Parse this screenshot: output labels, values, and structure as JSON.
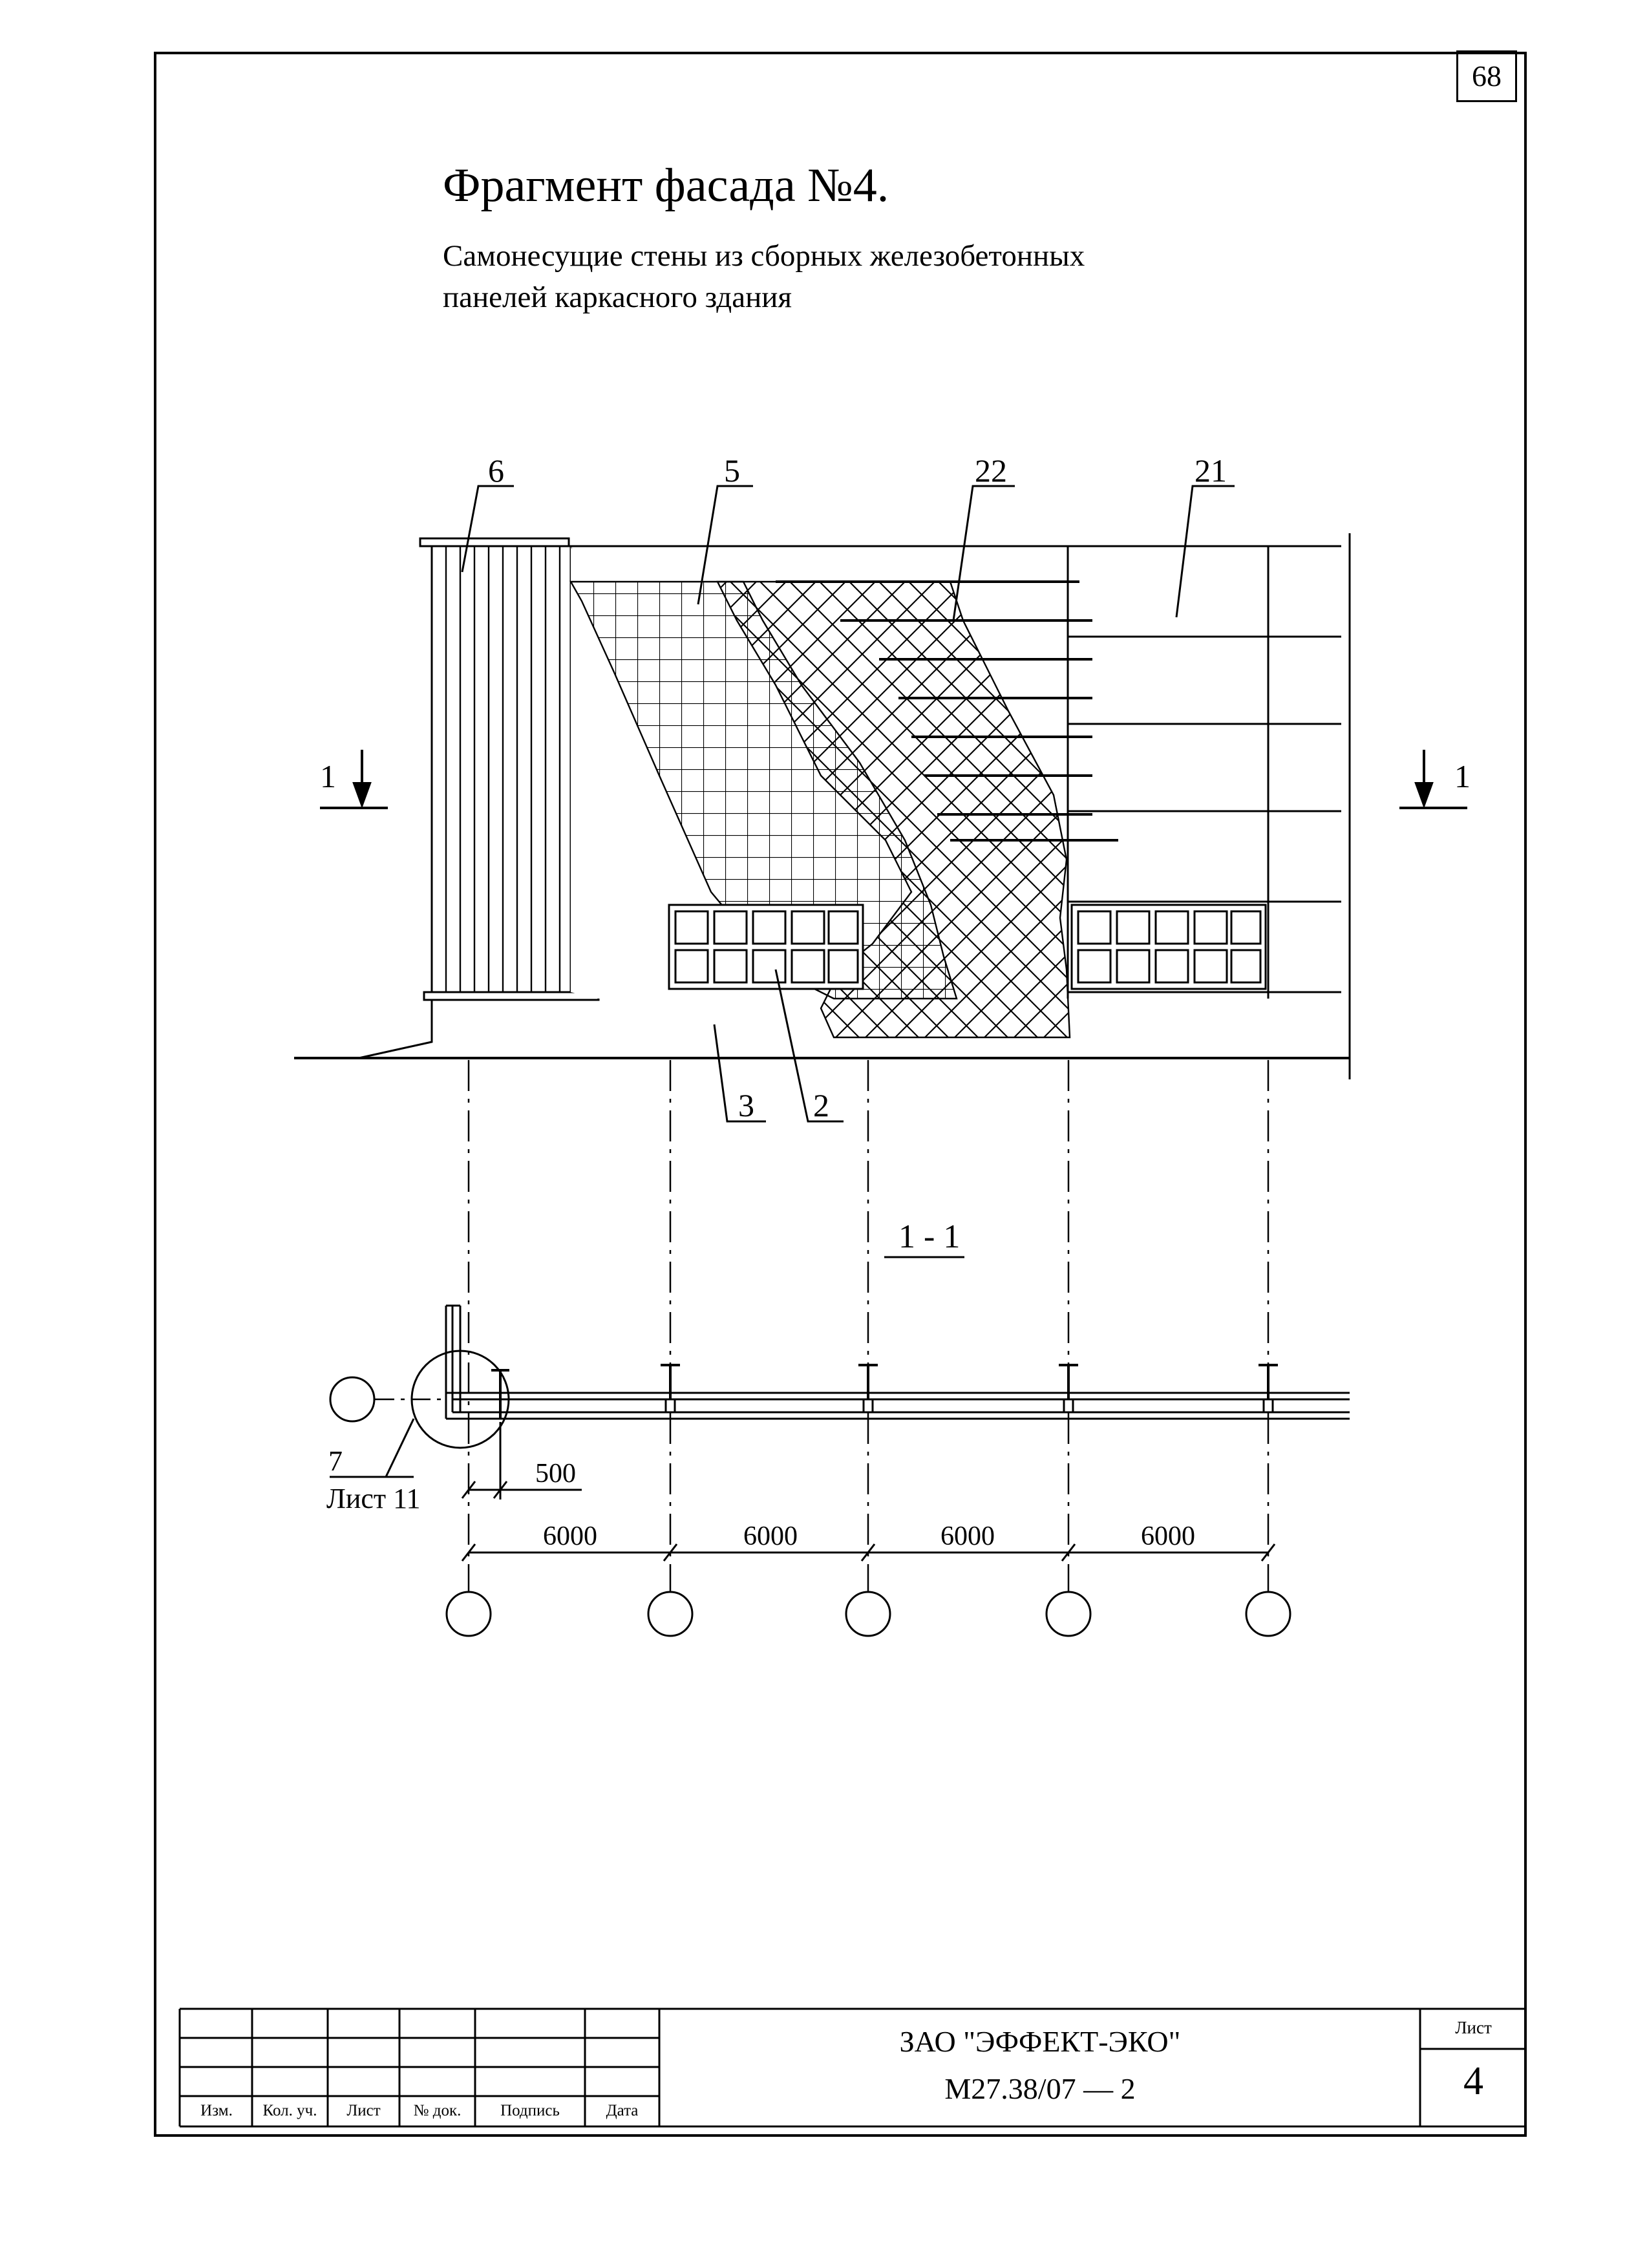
{
  "page_number": "68",
  "title": "Фрагмент фасада №4.",
  "subtitle_lines": [
    "Самонесущие стены из сборных железобетонных",
    "панелей каркасного здания"
  ],
  "callouts": {
    "c6": "6",
    "c5": "5",
    "c22": "22",
    "c21": "21",
    "c3": "3",
    "c2": "2",
    "c7": "7"
  },
  "section_marks": {
    "left": "1",
    "right": "1"
  },
  "section_label": "1 - 1",
  "detail_ref": "Лист 11",
  "dimensions": {
    "offset": "500",
    "spans": [
      "6000",
      "6000",
      "6000",
      "6000"
    ]
  },
  "title_block": {
    "headers": [
      "Изм.",
      "Кол. уч.",
      "Лист",
      "№ док.",
      "Подпись",
      "Дата"
    ],
    "organization": "ЗАО \"ЭФФЕКТ-ЭКО\"",
    "document_code": "М27.38/07 — 2",
    "sheet_label": "Лист",
    "sheet_number": "4"
  }
}
